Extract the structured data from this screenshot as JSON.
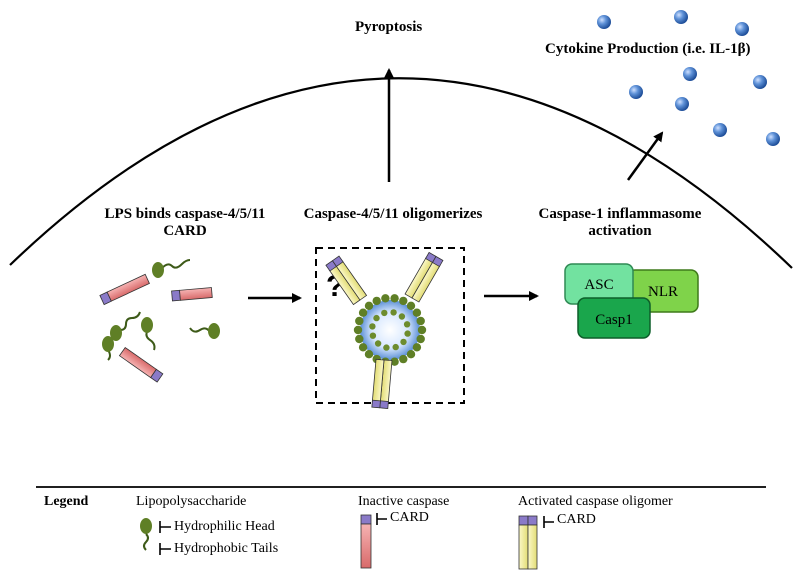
{
  "labels": {
    "pyroptosis": "Pyroptosis",
    "cytokine": "Cytokine Production (i.e. IL-1β)",
    "step1_line1": "LPS binds caspase-4/5/11",
    "step1_line2": "CARD",
    "step2": "Caspase-4/5/11 oligomerizes",
    "step3_line1": "Caspase-1 inflammasome",
    "step3_line2": "activation",
    "question": "?"
  },
  "inflammasome": {
    "asc": "ASC",
    "nlr": "NLR",
    "casp1": "Casp1"
  },
  "legend": {
    "title": "Legend",
    "lps_header": "Lipopolysaccharide",
    "head": "Hydrophilic Head",
    "tails": "Hydrophobic Tails",
    "inactive_header": "Inactive caspase",
    "inactive_card": "CARD",
    "active_header": "Activated caspase oligomer",
    "active_card": "CARD"
  },
  "colors": {
    "membrane": "#000000",
    "cytokine_ball": "#4a7fc8",
    "lps_head": "#5f7f26",
    "inactive_caspase": "#e88a8a",
    "card": "#8a7ac8",
    "active_caspase": "#f2ee9c",
    "asc": "#72e2a0",
    "nlr": "#7fd34a",
    "casp1": "#1aa64c"
  }
}
